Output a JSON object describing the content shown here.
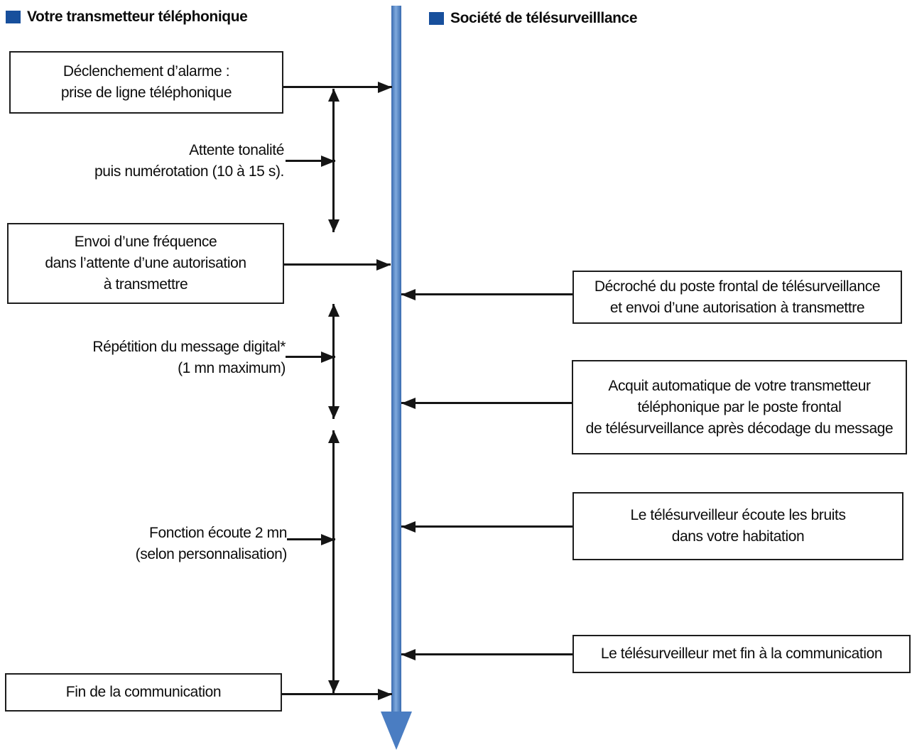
{
  "diagram": {
    "legend_left": "Votre transmetteur téléphonique",
    "legend_right": "Société de télésurveilllance",
    "left_boxes": [
      {
        "lines": [
          "Déclenchement d’alarme :",
          "prise de ligne téléphonique"
        ]
      },
      {
        "lines": [
          "Envoi d’une fréquence",
          "dans l’attente d’une autorisation",
          "à transmettre"
        ]
      },
      {
        "lines": [
          "Fin de la communication"
        ]
      }
    ],
    "left_labels": [
      {
        "lines": [
          "Attente tonalité",
          "puis numérotation (10 à 15 s)."
        ]
      },
      {
        "lines": [
          "Répétition du message digital*",
          "(1 mn maximum)"
        ]
      },
      {
        "lines": [
          "Fonction écoute 2 mn",
          "(selon personnalisation)"
        ]
      }
    ],
    "right_boxes": [
      {
        "lines": [
          "Décroché du poste frontal de télésurveillance",
          "et envoi d’une autorisation à transmettre"
        ]
      },
      {
        "lines": [
          "Acquit automatique de votre transmetteur",
          "téléphonique par le poste frontal",
          "de télésurveillance après décodage du message"
        ]
      },
      {
        "lines": [
          "Le télésurveilleur écoute les bruits",
          "dans votre habitation"
        ]
      },
      {
        "lines": [
          "Le télésurveilleur met fin à la communication"
        ]
      }
    ],
    "colors": {
      "timeline_blue": "#4a7dc2",
      "legend_blue": "#174f9c",
      "ink": "#151515"
    }
  }
}
